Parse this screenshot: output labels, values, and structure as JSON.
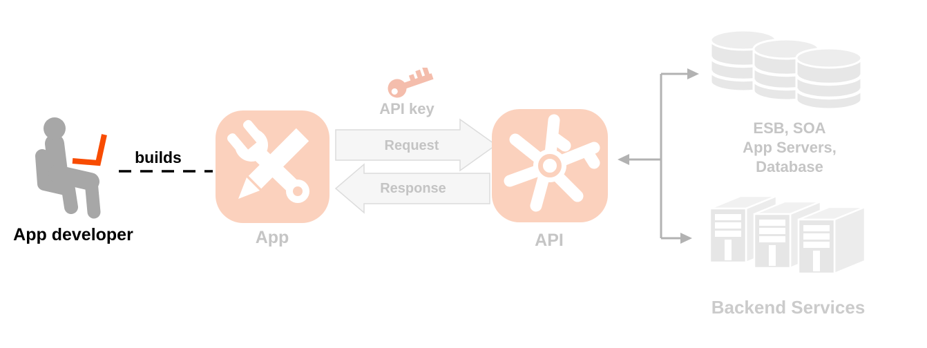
{
  "diagram": {
    "developer": {
      "label": "App developer",
      "icon": "person-at-laptop-icon"
    },
    "builds_edge": {
      "label": "builds",
      "style": "dashed-line"
    },
    "app_node": {
      "label": "App",
      "icon": "wrench-and-pencil-icon"
    },
    "api_key": {
      "label": "API key",
      "icon": "key-icon"
    },
    "request_arrow": {
      "label": "Request",
      "direction": "right"
    },
    "response_arrow": {
      "label": "Response",
      "direction": "left"
    },
    "api_node": {
      "label": "API",
      "icon": "api-pinwheel-icon"
    },
    "esb_node": {
      "lines": [
        "ESB, SOA",
        "App Servers,",
        "Database"
      ],
      "icon": "database-stack-icon"
    },
    "backend_node": {
      "label": "Backend Services",
      "icon": "server-towers-icon"
    }
  },
  "colors": {
    "laptop_orange": "#f84c02",
    "node_salmon": "#fbd1bd",
    "key_salmon": "#f4bdac",
    "figure_gray": "#a7a7a7",
    "muted_label_gray": "#c5c5c5",
    "arrow_fill": "#f6f6f6",
    "arrow_border": "#dcdcdc",
    "connector_gray": "#b2b2b2",
    "backend_icon_gray": "#e7e7e7",
    "text_black": "#000000",
    "background": "#ffffff"
  }
}
